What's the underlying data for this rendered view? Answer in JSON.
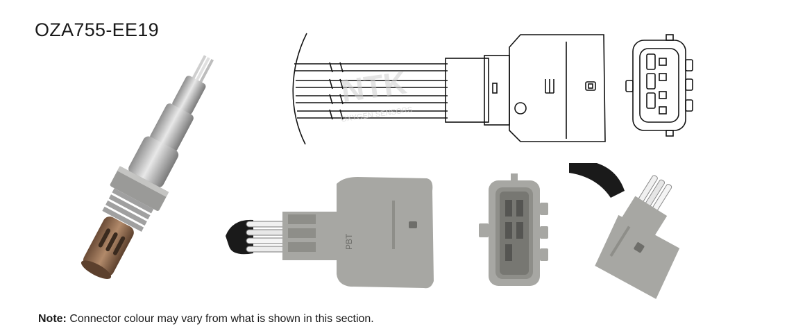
{
  "product": {
    "part_number": "OZA755-EE19"
  },
  "note": {
    "label": "Note:",
    "text": " Connector colour may vary from what is shown in this section."
  },
  "drawing": {
    "watermark_brand": "NTK",
    "watermark_tagline": "OXYGEN SENSORS",
    "housing_marking": "PBT"
  },
  "colors": {
    "connector_grey": "#a7a7a3",
    "connector_dark": "#8e8e89",
    "sensor_metal": "#bfbfbf",
    "sensor_bronze": "#8a6a50",
    "line": "#111111"
  }
}
